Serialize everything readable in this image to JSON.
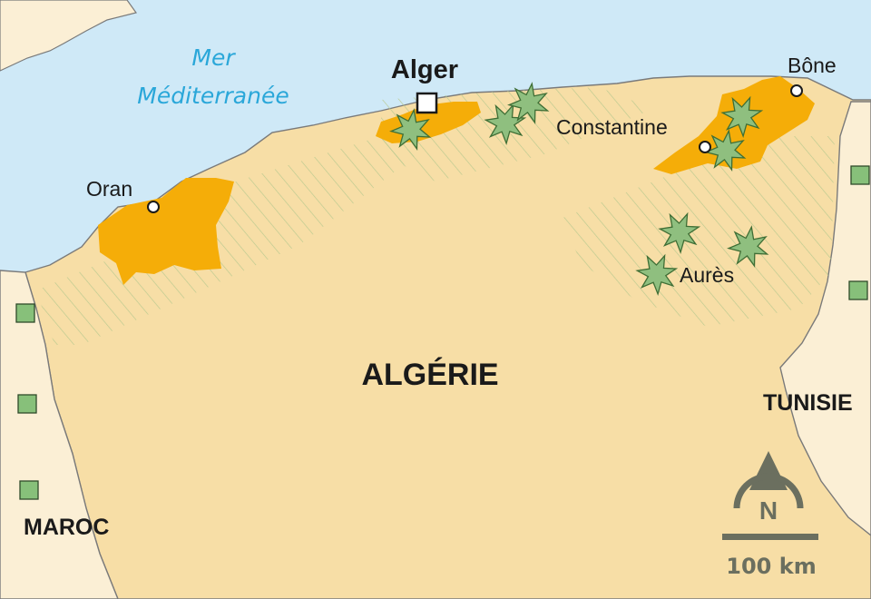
{
  "colors": {
    "sea": "#cfe9f7",
    "sea_text": "#2aa7d9",
    "algeria": "#f7dea6",
    "neighbor": "#fbefd5",
    "zone": "#f5ad08",
    "border": "#7a7a7a",
    "hatch": "#b9c98f",
    "maquis": "#8fbf7f",
    "maquis_stroke": "#3f6e35",
    "base_square": "#87c07a",
    "compass": "#6b6f5f"
  },
  "labels": {
    "sea_line1": "Mer",
    "sea_line2": "Méditerranée",
    "capital": "Alger",
    "country": "ALGÉRIE",
    "west_neighbor": "MAROC",
    "east_neighbor": "TUNISIE",
    "oran": "Oran",
    "constantine": "Constantine",
    "bone": "Bône",
    "aures": "Aurès"
  },
  "compass": {
    "letter": "N"
  },
  "scale": {
    "label": "100 km"
  }
}
